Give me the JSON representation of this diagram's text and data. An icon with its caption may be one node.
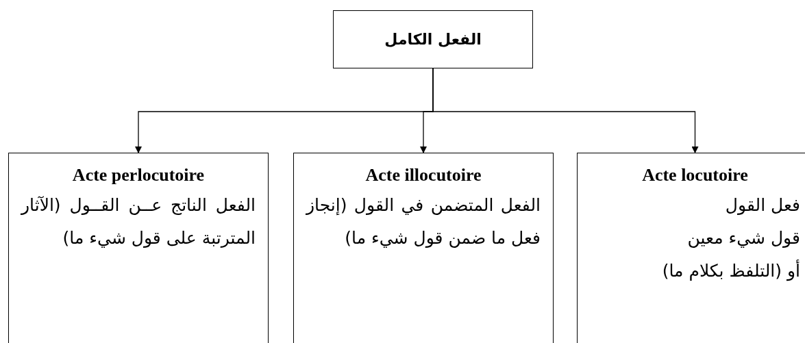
{
  "diagram": {
    "nodes": [
      {
        "text": [
          "الفعل الكامل"
        ]
      },
      {
        "text": [
          "Acte locutoire",
          "فعل القول",
          "قول شيء معين",
          "أو (التلفظ بكلام ما)"
        ]
      },
      {
        "text": [
          "Acte illocutoire",
          "الفعل المتضمن في القول (إنجاز فعل ما ضمن قول شيء ما)"
        ]
      },
      {
        "text": [
          "Acte perlocutoire",
          "الفعل الناتج عــن القــول (الآثار المترتبة على قول شيء ما)"
        ]
      }
    ],
    "edges": [
      {
        "from": 0,
        "to": 1,
        "arrow": "to"
      },
      {
        "from": 0,
        "to": 2,
        "arrow": "to"
      },
      {
        "from": 0,
        "to": 3,
        "arrow": "to"
      }
    ]
  }
}
